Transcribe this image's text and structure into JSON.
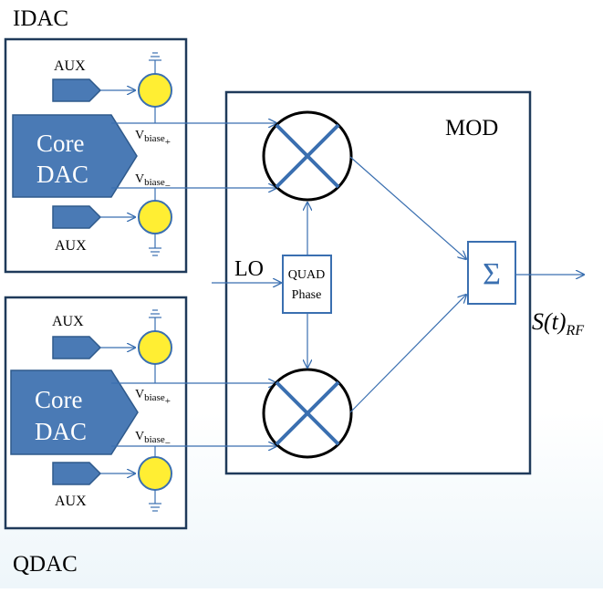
{
  "labels": {
    "idac": "IDAC",
    "qdac": "QDAC",
    "mod": "MOD",
    "lo": "LO",
    "quad_line1": "QUAD",
    "quad_line2": "Phase",
    "output": "S(t)",
    "output_sub": "RF",
    "aux": "AUX",
    "core_line1": "Core",
    "core_line2": "DAC",
    "vbias": "V",
    "vbias_sub": "biase",
    "plus": "+",
    "minus": "−",
    "sum": "Σ"
  },
  "colors": {
    "dac_fill": "#4a7ab5",
    "dac_stroke": "#2f5a8c",
    "box_stroke": "#1f3a5a",
    "wire": "#3a6fb0",
    "source_fill": "#ffee33",
    "mixer_stroke": "#3a6fb0"
  }
}
